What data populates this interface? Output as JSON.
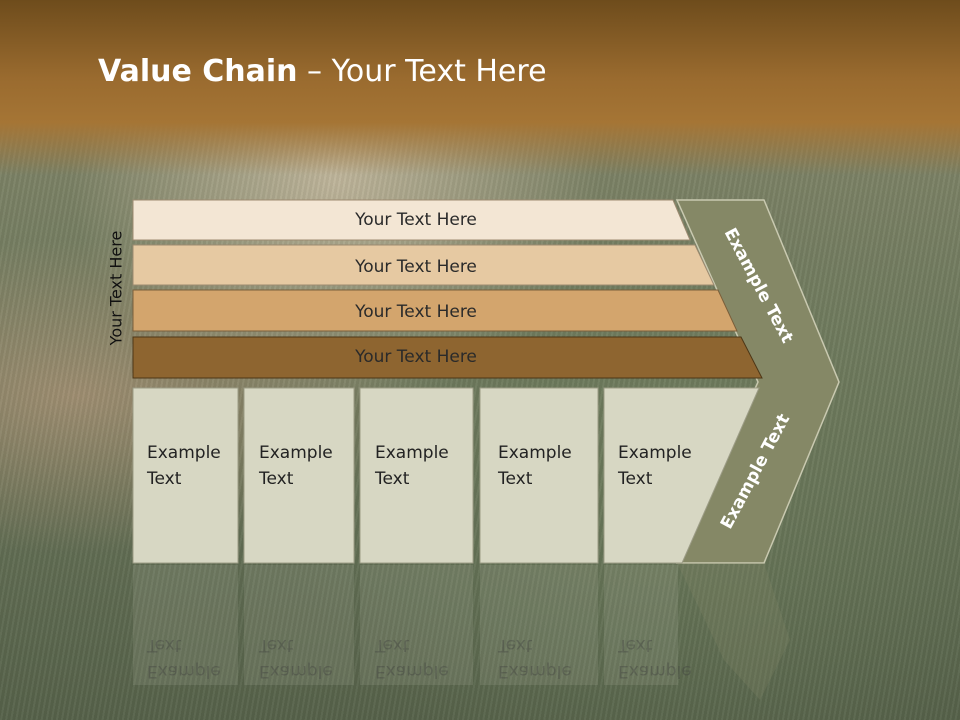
{
  "slide": {
    "title_bold": "Value Chain",
    "title_rest": " – Your Text Here",
    "side_label": "Your Text Here"
  },
  "bands": [
    {
      "label": "Your Text Here",
      "color": "#f3e6d4"
    },
    {
      "label": "Your Text Here",
      "color": "#e6c9a2"
    },
    {
      "label": "Your Text Here",
      "color": "#d3a56d"
    },
    {
      "label": "Your Text Here",
      "color": "#8e6530"
    }
  ],
  "columns": [
    {
      "line1": "Example",
      "line2": "Text"
    },
    {
      "line1": "Example",
      "line2": "Text"
    },
    {
      "line1": "Example",
      "line2": "Text"
    },
    {
      "line1": "Example",
      "line2": "Text"
    },
    {
      "line1": "Example",
      "line2": "Text"
    }
  ],
  "chevron": {
    "upper_label": "Example Text",
    "lower_label": "Example Text",
    "color": "#858866"
  }
}
